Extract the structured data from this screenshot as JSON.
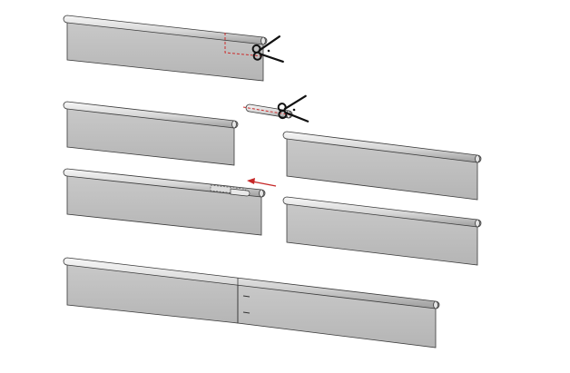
{
  "diagram": {
    "steps": [
      {
        "name": "cut-corner-of-strip"
      },
      {
        "name": "cut-connector-piece"
      },
      {
        "name": "insert-connector-into-rolled-edge"
      },
      {
        "name": "joined-result"
      }
    ]
  },
  "colors": {
    "panel_face": "#bdbdbd",
    "panel_face_light": "#cfcfcf",
    "roll_top": "#f2f2f2",
    "roll_shade": "#a8a8a8",
    "outline": "#3a3a3a",
    "cut_line": "#cc2b2b",
    "arrow": "#c62828",
    "scissors": "#111111",
    "background": "#ffffff"
  },
  "icons": [
    "scissors-icon",
    "arrow-left-icon"
  ]
}
